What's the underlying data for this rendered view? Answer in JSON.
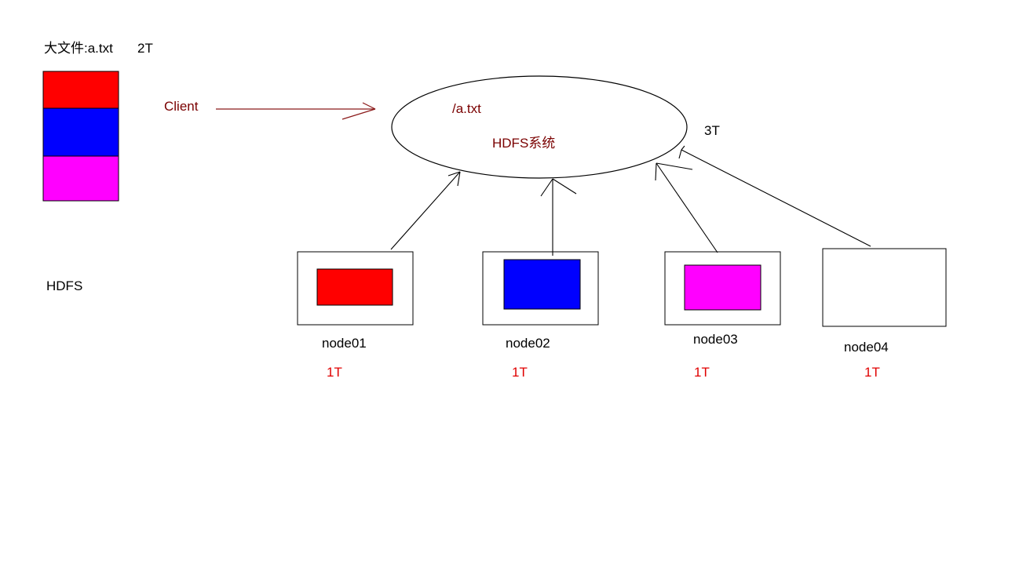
{
  "file": {
    "title": "大文件:a.txt",
    "size": "2T",
    "blocks": [
      {
        "color": "#ff0000"
      },
      {
        "color": "#0000ff"
      },
      {
        "color": "#ff00ff"
      }
    ]
  },
  "client_label": "Client",
  "hdfs_system": {
    "path": "/a.txt",
    "name": "HDFS系统",
    "capacity": "3T"
  },
  "hdfs_label": "HDFS",
  "nodes": [
    {
      "name": "node01",
      "capacity": "1T",
      "block_color": "#ff0000"
    },
    {
      "name": "node02",
      "capacity": "1T",
      "block_color": "#0000ff"
    },
    {
      "name": "node03",
      "capacity": "1T",
      "block_color": "#ff00ff"
    },
    {
      "name": "node04",
      "capacity": "1T",
      "block_color": ""
    }
  ],
  "colors": {
    "client_arrow": "#8b1a1a",
    "label_maroon": "#7a0000",
    "capacity_red": "#e00000"
  }
}
